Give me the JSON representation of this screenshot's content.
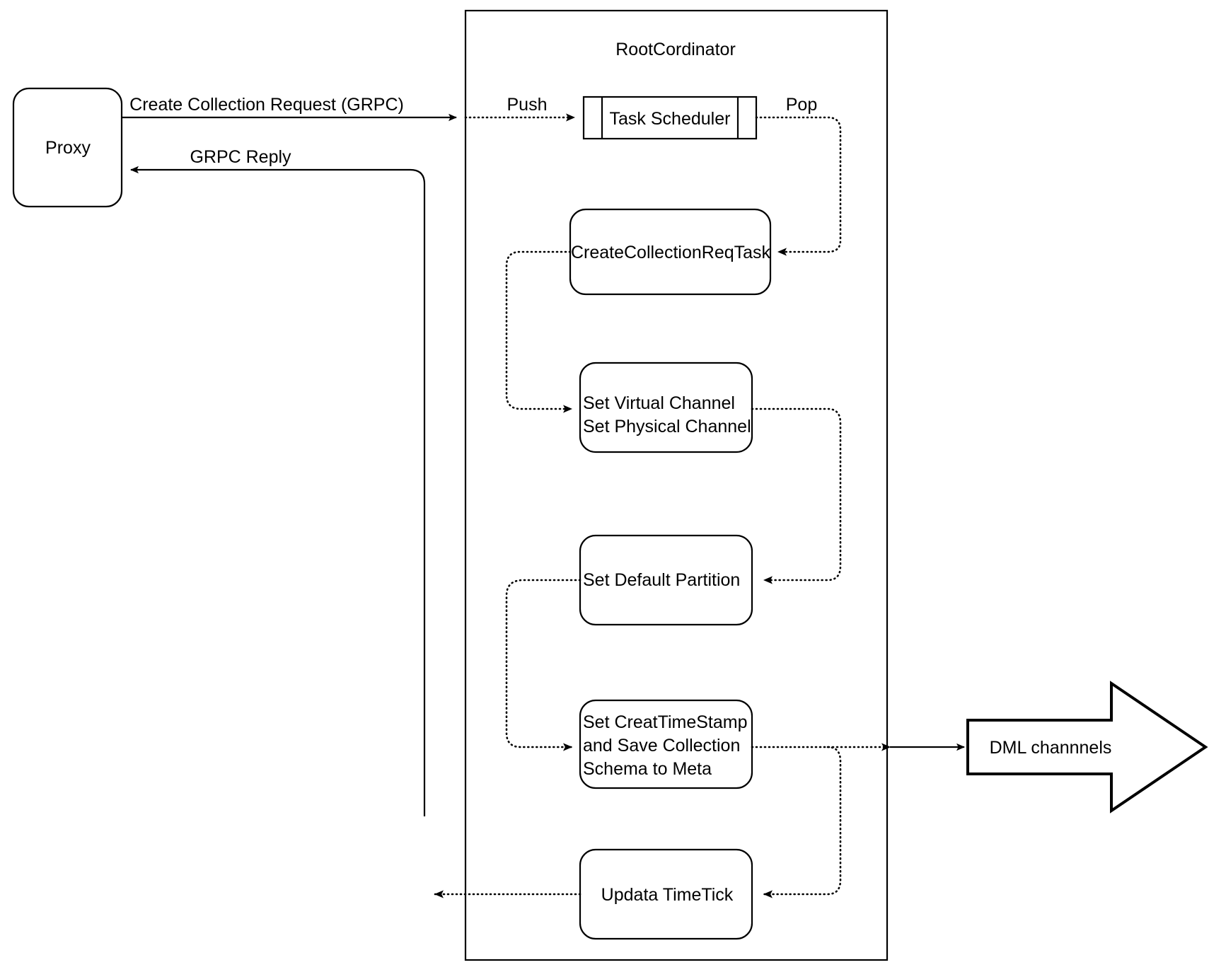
{
  "diagram": {
    "title": "RootCordinator",
    "container": {
      "label": "RootCordinator"
    },
    "external_nodes": [
      {
        "id": "proxy",
        "label": "Proxy",
        "shape": "rounded-rect"
      },
      {
        "id": "dml-channels",
        "label": "DML channnels",
        "shape": "block-arrow"
      }
    ],
    "nodes": [
      {
        "id": "task-scheduler",
        "label": "Task Scheduler",
        "shape": "process-with-dividers"
      },
      {
        "id": "create-collection-req-task",
        "label": "CreateCollectionReqTask",
        "shape": "rounded-rect"
      },
      {
        "id": "set-channels",
        "label_line1": "Set Virtual Channel",
        "label_line2": "Set Physical Channel",
        "shape": "rounded-rect"
      },
      {
        "id": "set-default-partition",
        "label": "Set Default Partition",
        "shape": "rounded-rect"
      },
      {
        "id": "set-createtimestamp",
        "label_line1": "Set CreatTimeStamp",
        "label_line2": "and Save Collection",
        "label_line3": "Schema to Meta",
        "shape": "rounded-rect"
      },
      {
        "id": "updata-timetick",
        "label": "Updata TimeTick",
        "shape": "rounded-rect"
      }
    ],
    "edge_labels": {
      "create_collection_request": "Create Collection Request (GRPC)",
      "grpc_reply": "GRPC Reply",
      "push": "Push",
      "pop": "Pop"
    },
    "colors": {
      "stroke": "#000000",
      "fill": "#ffffff",
      "background": "#ffffff"
    }
  }
}
